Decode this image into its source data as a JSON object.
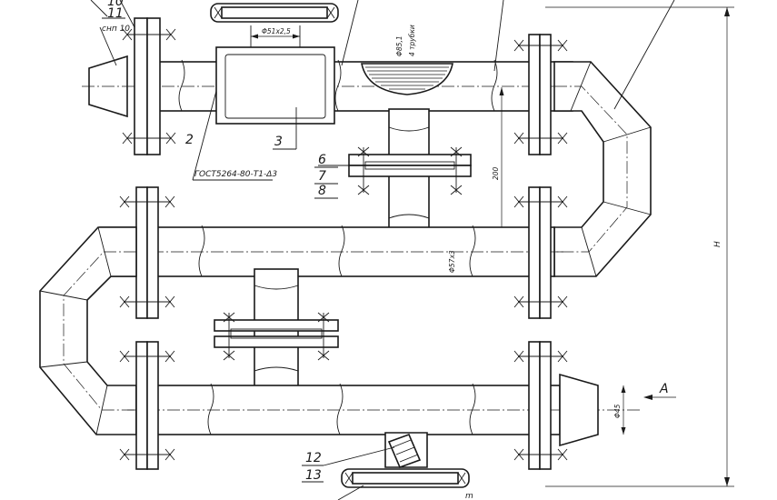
{
  "labels": {
    "top_left_number": "10",
    "item_11": "11",
    "snip": "снп 10",
    "item_2": "2",
    "item_3": "3",
    "gost": "ГОСТ5264-80-Т1-Δ3",
    "item_6": "6",
    "item_7": "7",
    "item_8": "8",
    "item_12": "12",
    "item_13": "13"
  },
  "dimensions": {
    "d51": "Φ51x2,5",
    "d85": "Φ85,1",
    "pipes4": "4 трубки",
    "d57": "Φ57x3",
    "d200": "200",
    "d45": "Φ45",
    "height": "H",
    "bottom_tag": "m"
  },
  "view": {
    "arrow_label": "A"
  },
  "colors": {
    "line": "#1a1a1a",
    "paper": "#ffffff"
  }
}
